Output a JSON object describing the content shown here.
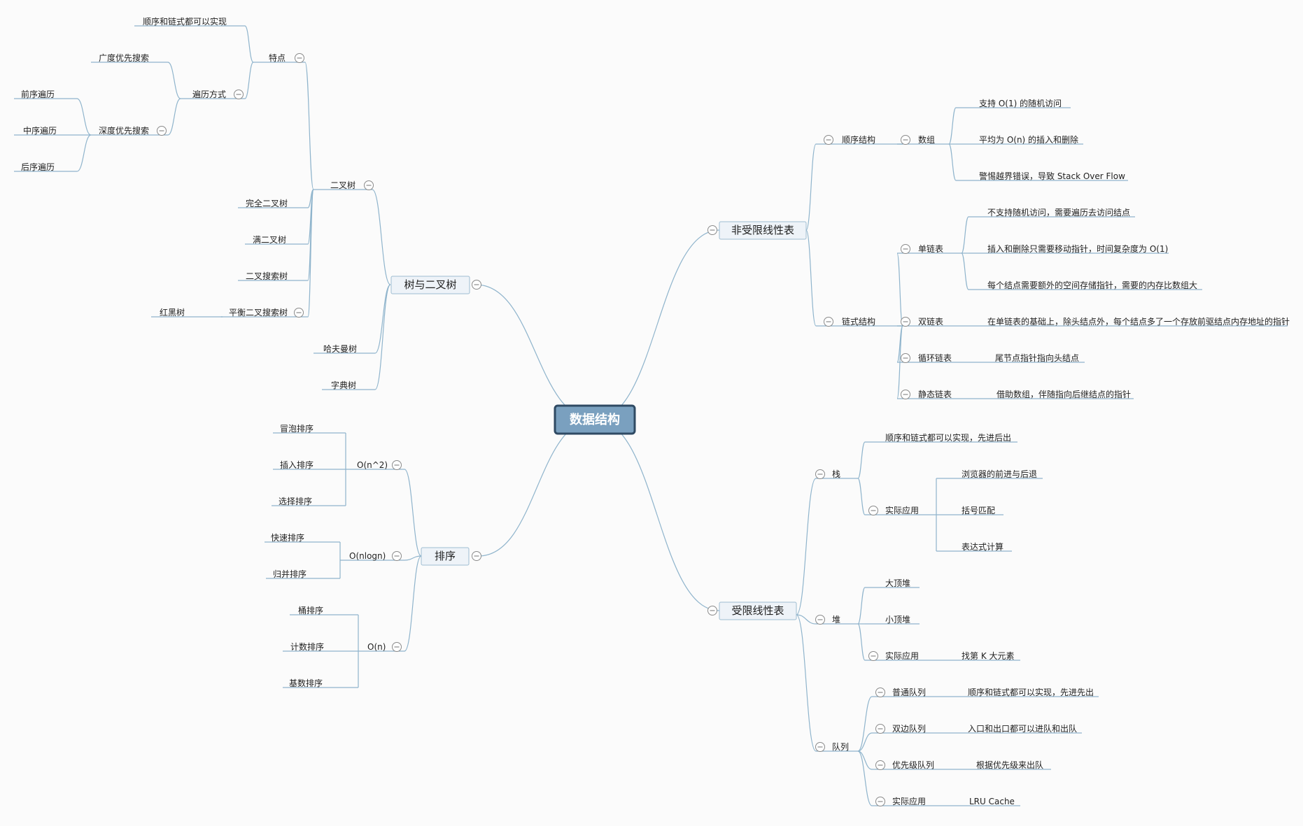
{
  "root": "数据结构",
  "topics": {
    "tree": "树与二叉树",
    "sort": "排序",
    "nonres": "非受限线性表",
    "res": "受限线性表"
  },
  "tree": {
    "binary": "二叉树",
    "features": "特点",
    "features_item": "顺序和链式都可以实现",
    "traversal": "遍历方式",
    "bfs": "广度优先搜索",
    "dfs": "深度优先搜索",
    "pre": "前序遍历",
    "mid": "中序遍历",
    "post": "后序遍历",
    "complete": "完全二叉树",
    "full": "满二叉树",
    "bst": "二叉搜索树",
    "balanced": "平衡二叉搜索树",
    "rbtree": "红黑树",
    "huffman": "哈夫曼树",
    "trie": "字典树"
  },
  "sort": {
    "n2": "O(n^2)",
    "bubble": "冒泡排序",
    "insert": "插入排序",
    "select": "选择排序",
    "nlogn": "O(nlogn)",
    "quick": "快速排序",
    "merge": "归并排序",
    "n": "O(n)",
    "bucket": "桶排序",
    "count": "计数排序",
    "radix": "基数排序"
  },
  "nonres": {
    "seq": "顺序结构",
    "array": "数组",
    "a1": "支持 O(1) 的随机访问",
    "a2": "平均为 O(n) 的插入和删除",
    "a3": "警惕越界错误，导致 Stack Over Flow",
    "linked": "链式结构",
    "single": "单链表",
    "s1": "不支持随机访问，需要遍历去访问结点",
    "s2": "插入和删除只需要移动指针，时间复杂度为 O(1)",
    "s3": "每个结点需要额外的空间存储指针，需要的内存比数组大",
    "double": "双链表",
    "d1": "在单链表的基础上，除头结点外，每个结点多了一个存放前驱结点内存地址的指针",
    "circular": "循环链表",
    "c1": "尾节点指针指向头结点",
    "static": "静态链表",
    "st1": "借助数组，伴随指向后继结点的指针"
  },
  "res": {
    "stack": "栈",
    "stack1": "顺序和链式都可以实现，先进后出",
    "stack_app": "实际应用",
    "sa1": "浏览器的前进与后退",
    "sa2": "括号匹配",
    "sa3": "表达式计算",
    "heap": "堆",
    "heap1": "大顶堆",
    "heap2": "小顶堆",
    "heap_app": "实际应用",
    "ha1": "找第 K 大元素",
    "queue": "队列",
    "q1": "普通队列",
    "q1d": "顺序和链式都可以实现，先进先出",
    "q2": "双边队列",
    "q2d": "入口和出口都可以进队和出队",
    "q3": "优先级队列",
    "q3d": "根据优先级来出队",
    "q4": "实际应用",
    "q4d": "LRU Cache"
  },
  "colors": {
    "line": "#8fb4cc",
    "root_fill": "#7aa0bf",
    "root_border": "#2f4a63",
    "topic_fill": "#eef3f8"
  }
}
